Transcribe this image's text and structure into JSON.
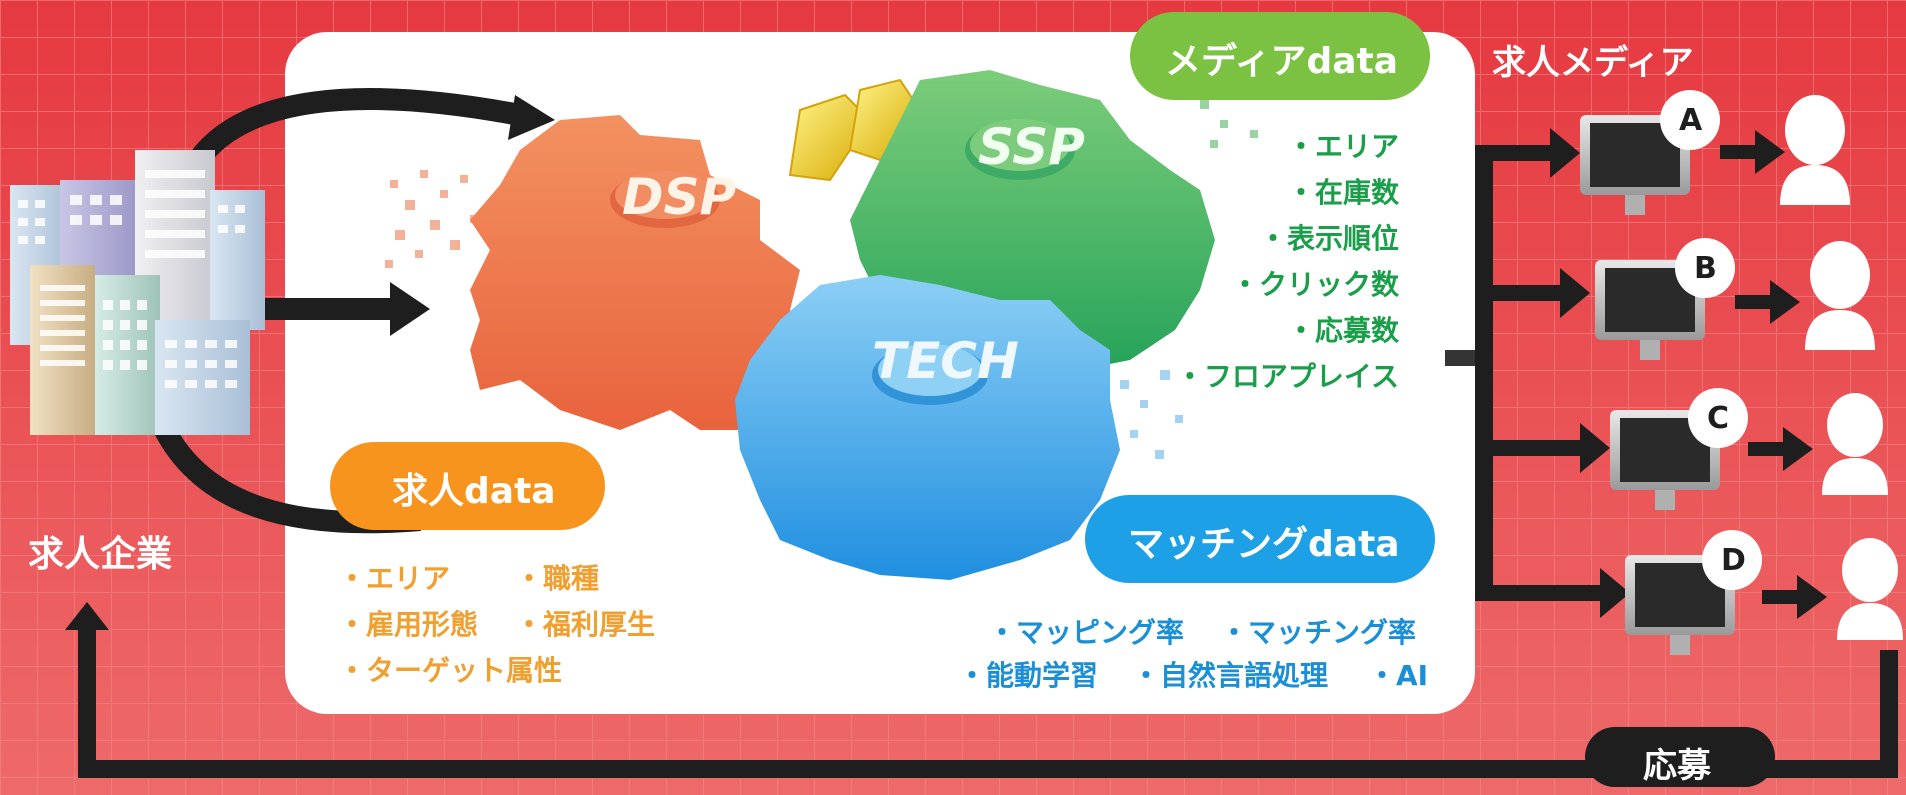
{
  "background": {
    "primary": "#e8454b",
    "grid": "#f07a7a"
  },
  "companies": {
    "label": "求人企業"
  },
  "media": {
    "title": "求人メディア",
    "items": [
      {
        "letter": "A"
      },
      {
        "letter": "B"
      },
      {
        "letter": "C"
      },
      {
        "letter": "D"
      }
    ]
  },
  "apply": {
    "label": "応募"
  },
  "gears": {
    "dsp": {
      "label": "DSP",
      "color": "#ef7b4a"
    },
    "ssp": {
      "label": "SSP",
      "color": "#4cb86a"
    },
    "tech": {
      "label": "TECH",
      "color": "#3aa0e6"
    }
  },
  "media_data": {
    "title": "メディアdata",
    "color": "#7cc242",
    "text_color": "#1a9e4a",
    "items": [
      "・エリア",
      "・在庫数",
      "・表示順位",
      "・クリック数",
      "・応募数",
      "・フロアプレイス"
    ]
  },
  "job_data": {
    "title": "求人data",
    "color": "#f7941d",
    "text_color": "#f0a030",
    "items": [
      "・エリア",
      "・職種",
      "・雇用形態",
      "・福利厚生",
      "・ターゲット属性"
    ]
  },
  "matching_data": {
    "title": "マッチングdata",
    "color": "#1ea0e6",
    "text_color": "#1a8fd6",
    "items": [
      "・マッピング率",
      "・マッチング率",
      "・能動学習",
      "・自然言語処理",
      "・AI"
    ]
  }
}
